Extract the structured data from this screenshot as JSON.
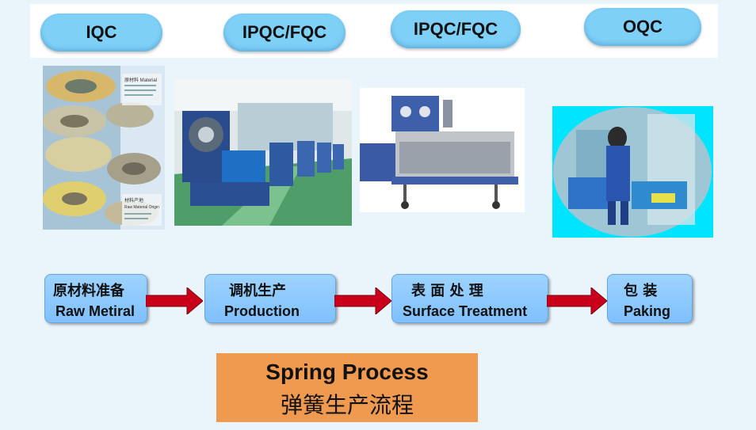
{
  "stages": [
    {
      "label": "IQC"
    },
    {
      "label": "IPQC/FQC"
    },
    {
      "label": "IPQC/FQC"
    },
    {
      "label": "OQC"
    }
  ],
  "steps": [
    {
      "cn": "原材料准备",
      "en": "Raw Metiral"
    },
    {
      "cn": "调机生产",
      "en": "Production"
    },
    {
      "cn": "表 面 处 理",
      "en": "Surface Treatment"
    },
    {
      "cn": "包 装",
      "en": "Paking"
    }
  ],
  "title": {
    "en": "Spring Process",
    "cn": "弹簧生产流程"
  },
  "photos": {
    "material": {
      "heading": "原材料 Material",
      "origin": "材料产地",
      "origin_en": "Raw Material Origin"
    }
  },
  "colors": {
    "pill": "#7fd0f7",
    "step_box": "#8fc8fd",
    "arrow": "#c8001a",
    "title_box": "#ef9a4f",
    "page_bg": "#e9f4fb"
  }
}
